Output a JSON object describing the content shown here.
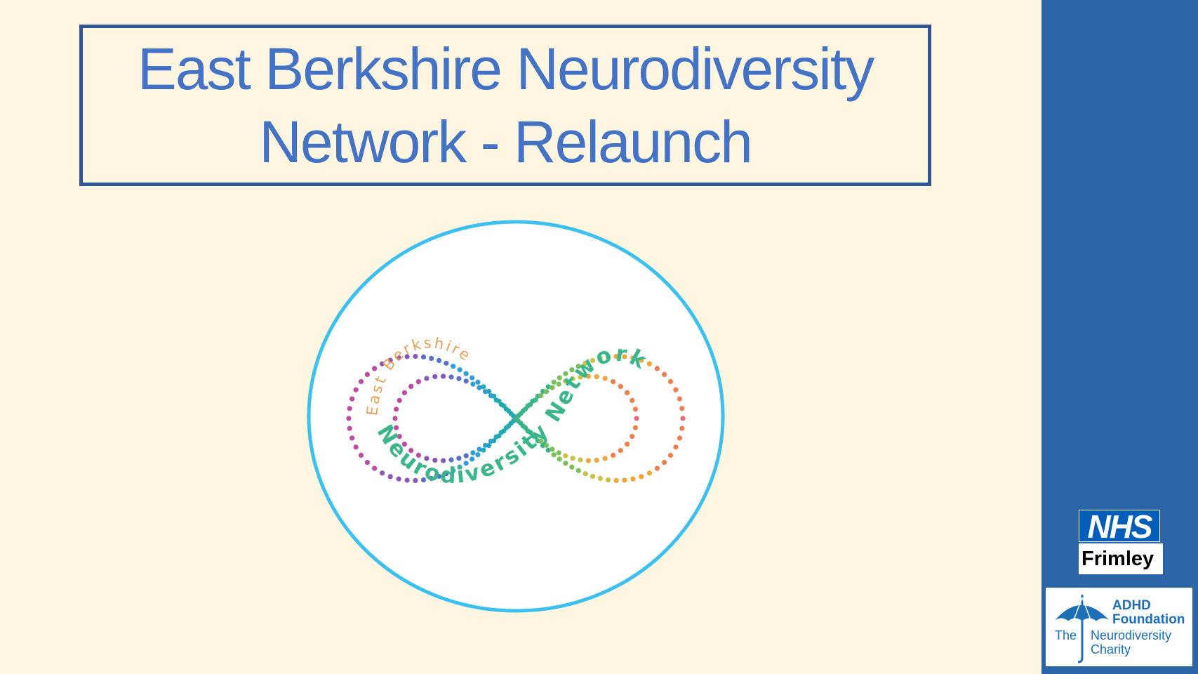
{
  "slide": {
    "title_line_1": "East Berkshire Neurodiversity",
    "title_line_2": "Network - Relaunch"
  },
  "center_logo": {
    "text_top": "East Berkshire",
    "text_main": "Neurodiversity Network",
    "ring_color": "#3cc0f0",
    "dot_colors": [
      "#c04aa0",
      "#8a59b5",
      "#5a6fcc",
      "#2f9ed6",
      "#22aab0",
      "#39b38a",
      "#7bbf5c",
      "#c9c04a",
      "#f0a53a",
      "#ef7f4f",
      "#e86a7a"
    ]
  },
  "nhs_logo": {
    "mark": "NHS",
    "org": "Frimley",
    "color": "#005eb8"
  },
  "adhd_logo": {
    "line_1": "ADHD",
    "line_2": "Foundation",
    "line_3": "The",
    "line_4": "Neurodiversity",
    "line_5": "Charity",
    "umbrella_color": "#1d6fb8"
  },
  "colors": {
    "background": "#fef6e0",
    "title_text": "#4472c4",
    "title_border": "#2f5597",
    "right_bar": "#2b65a8"
  }
}
